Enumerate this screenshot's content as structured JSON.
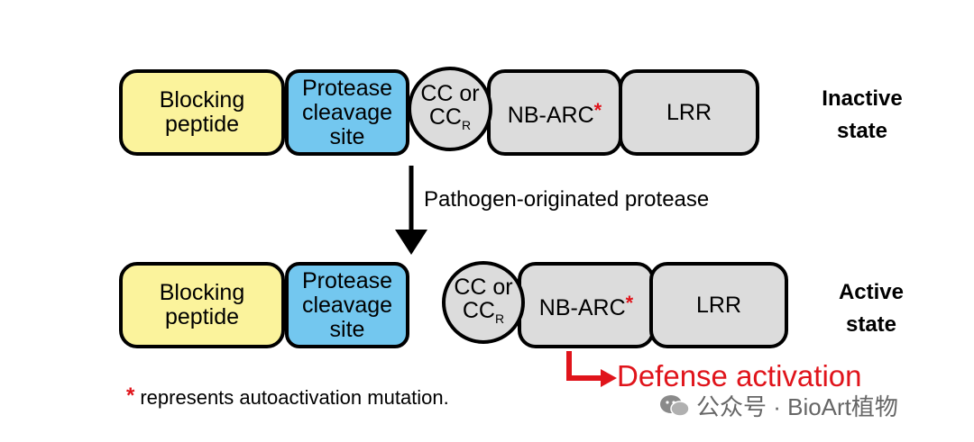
{
  "inactive": {
    "blocking_line1": "Blocking",
    "blocking_line2": "peptide",
    "protease_line1": "Protease",
    "protease_line2": "cleavage",
    "protease_line3": "site",
    "cc_line1": "CC or",
    "cc_base": "CC",
    "cc_sub": "R",
    "nbarc": "NB-ARC",
    "star": "*",
    "lrr": "LRR",
    "state_line1": "Inactive",
    "state_line2": "state"
  },
  "transition": {
    "label": "Pathogen-originated protease"
  },
  "active": {
    "blocking_line1": "Blocking",
    "blocking_line2": "peptide",
    "protease_line1": "Protease",
    "protease_line2": "cleavage",
    "protease_line3": "site",
    "cc_line1": "CC or",
    "cc_base": "CC",
    "cc_sub": "R",
    "nbarc": "NB-ARC",
    "star": "*",
    "lrr": "LRR",
    "state_line1": "Active",
    "state_line2": "state",
    "outcome": "Defense activation"
  },
  "legend": {
    "star": "*",
    "text": "represents autoactivation mutation."
  },
  "watermark": {
    "text": "公众号 · BioArt植物"
  },
  "colors": {
    "blocking": "#fbf39c",
    "protease": "#73c7ef",
    "domain": "#dcdcdc",
    "highlight": "#e0141b"
  }
}
